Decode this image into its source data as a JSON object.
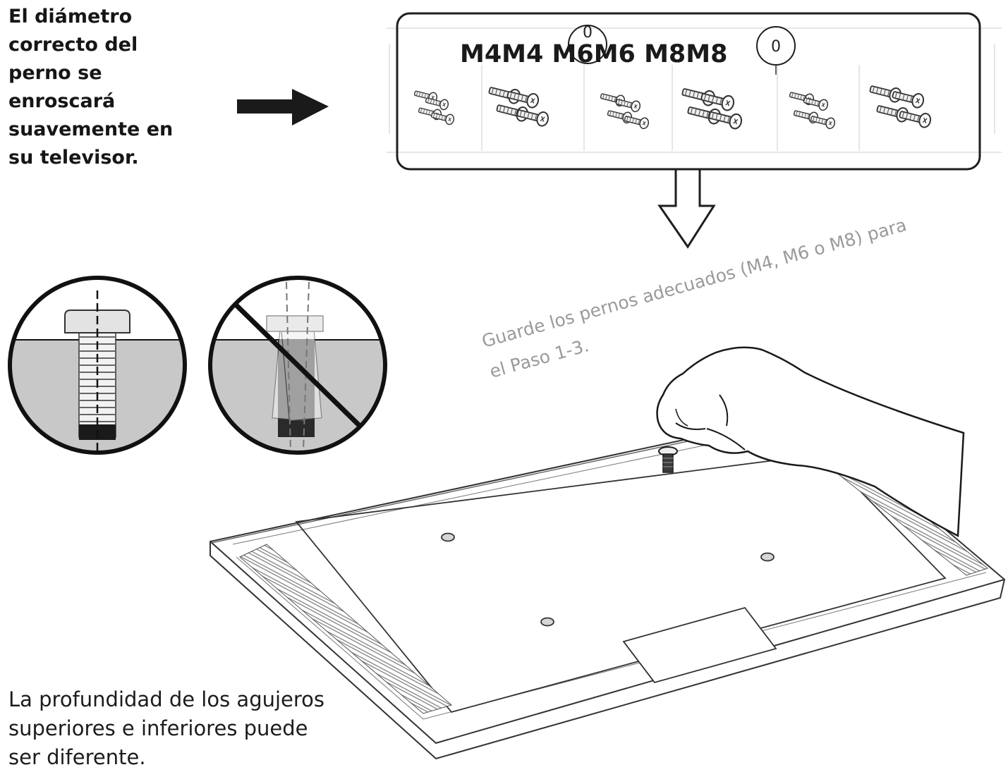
{
  "intro_lines": [
    "El diámetro",
    "correcto del",
    "perno se",
    "enroscará",
    "suavemente en",
    "su televisor."
  ],
  "bolt_box": {
    "size_labels": "M4M4 M6M6 M8M8",
    "marker_1": "0",
    "marker_2": "0"
  },
  "instruction": {
    "line_1": "Guarde los pernos adecuados (M4, M6 o M8) para",
    "line_2": "el Paso 1-3."
  },
  "depth_lines": [
    "La profundidad de los agujeros",
    "superiores e inferiores puede",
    "ser diferente."
  ],
  "colors": {
    "line": "#222222",
    "fill_gray": "#c8c8c8",
    "light_text": "#9a9a9a"
  },
  "icons": [
    "arrow-right-icon",
    "arrow-down-outline-icon",
    "correct-bolt-icon",
    "wrong-bolt-icon",
    "prohibited-icon",
    "hand-icon"
  ]
}
